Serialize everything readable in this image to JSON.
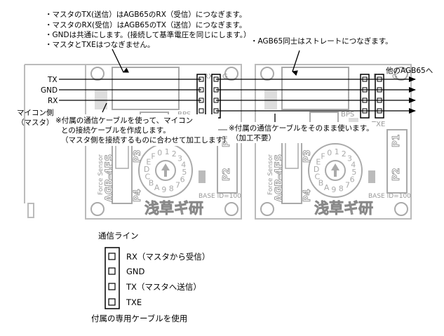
{
  "notes": {
    "top_left": [
      "・マスタのTX(送信）はAGB65のRX（受信）につなぎます。",
      "・マスタのRX(受信）はAGB65のTX（送信）につなぎます。",
      "・GNDは共通にします。(接続して基準電圧を同じにします。）",
      "・マスタとTXEはつなぎません。"
    ],
    "top_right": "・AGB65同士はストレートにつなぎます。",
    "next_agb": "他のAGB65へ",
    "master_side": [
      "マイコン側",
      "（マスタ）"
    ],
    "cable_note_1": [
      "※付属の通信ケーブルを使って、マイコン",
      "との接続ケーブルを作成します。",
      "（マスタ側を接続するものに合わせて加工します）"
    ],
    "cable_note_2": [
      "※付属の通信ケーブルをそのまま使います。",
      "（加工不要）"
    ]
  },
  "signals": [
    "TX",
    "GND",
    "RX"
  ],
  "board": {
    "pin_labels_top": [
      "RX",
      "G"
    ],
    "pin_labels_bottom": [
      "TXE",
      "BPS"
    ],
    "sensor": [
      "Force Sensor",
      "AGB-4FS"
    ],
    "dial": "0123456789ABCDEF",
    "ports": [
      "P1",
      "P2",
      "P3",
      "P4"
    ],
    "base_id": "BASE ID=100",
    "logo": "浅草ギ研"
  },
  "legend": {
    "title": "通信ライン",
    "items": [
      "RX（マスタから受信）",
      "GND",
      "TX（マスタへ送信）",
      "TXE"
    ],
    "footer": "付属の専用ケーブルを使用"
  }
}
